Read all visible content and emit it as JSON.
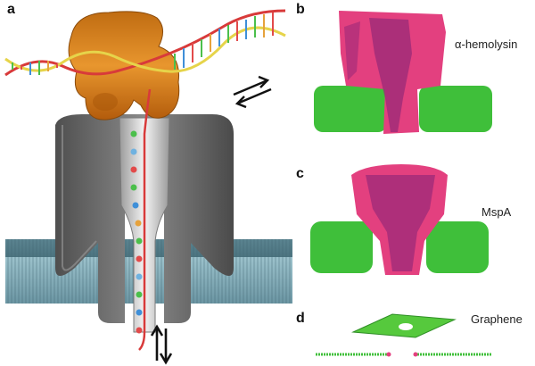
{
  "panels": {
    "a": {
      "letter": "a"
    },
    "b": {
      "letter": "b",
      "name": "α-hemolysin"
    },
    "c": {
      "letter": "c",
      "name": "MspA"
    },
    "d": {
      "letter": "d",
      "name": "Graphene"
    }
  },
  "colors": {
    "membrane": "#7fa7b3",
    "membrane_dark": "#4f7d8a",
    "pore_gray": "#6b6b6b",
    "enzyme_orange": "#d9841f",
    "dna_red": "#d83a3a",
    "dna_yellow": "#e6d44a",
    "protein_pink": "#e3407f",
    "protein_purple": "#9c2a78",
    "lipid_green": "#3fbf3a",
    "graphene_green": "#56c93d"
  },
  "icons": [
    "exchange-arrows-icon",
    "vertical-arrows-icon"
  ]
}
